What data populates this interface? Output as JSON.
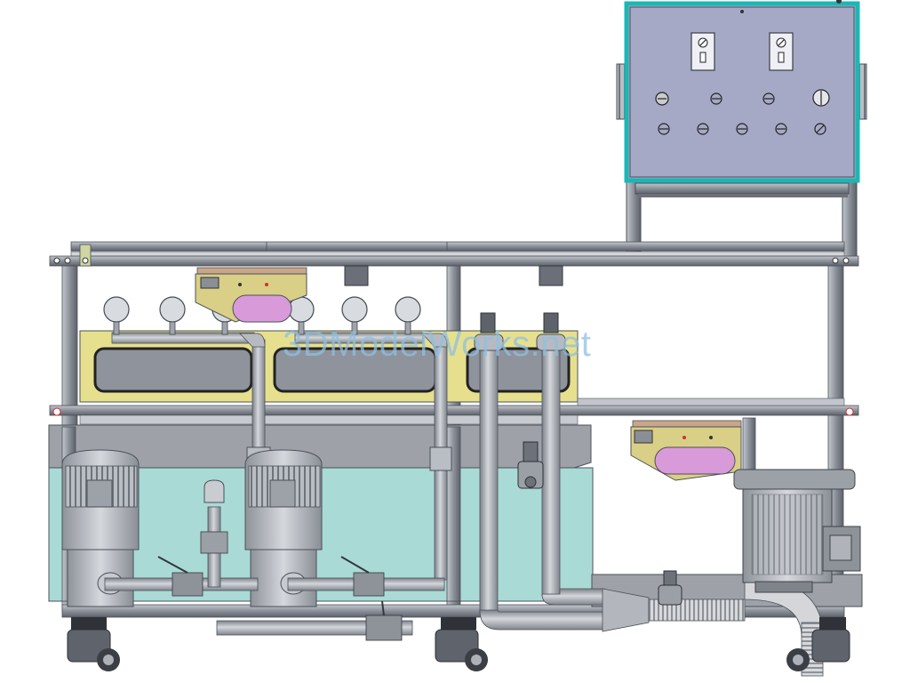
{
  "watermark": {
    "text": "3DModelWorks.net"
  },
  "colors": {
    "background": "#ffffff",
    "frame": "#8b919b",
    "frame_dark": "#4b5059",
    "control_box": "#a6a9c6",
    "control_box_border": "#1bb7b5",
    "tank_water": "#a9dad6",
    "tank_upper": "#e6e08e",
    "motor": "#b6bac1",
    "pipe": "#a9adb3",
    "heater_pink": "#d99ad9",
    "bracket_yellow": "#d9cf86"
  },
  "icons": [
    "control-box",
    "selector-switch",
    "indicator-light",
    "gauge",
    "pump-motor",
    "ball-valve",
    "solenoid-valve",
    "caster-wheel",
    "blower-motor",
    "flexible-hose",
    "heater-bracket"
  ]
}
